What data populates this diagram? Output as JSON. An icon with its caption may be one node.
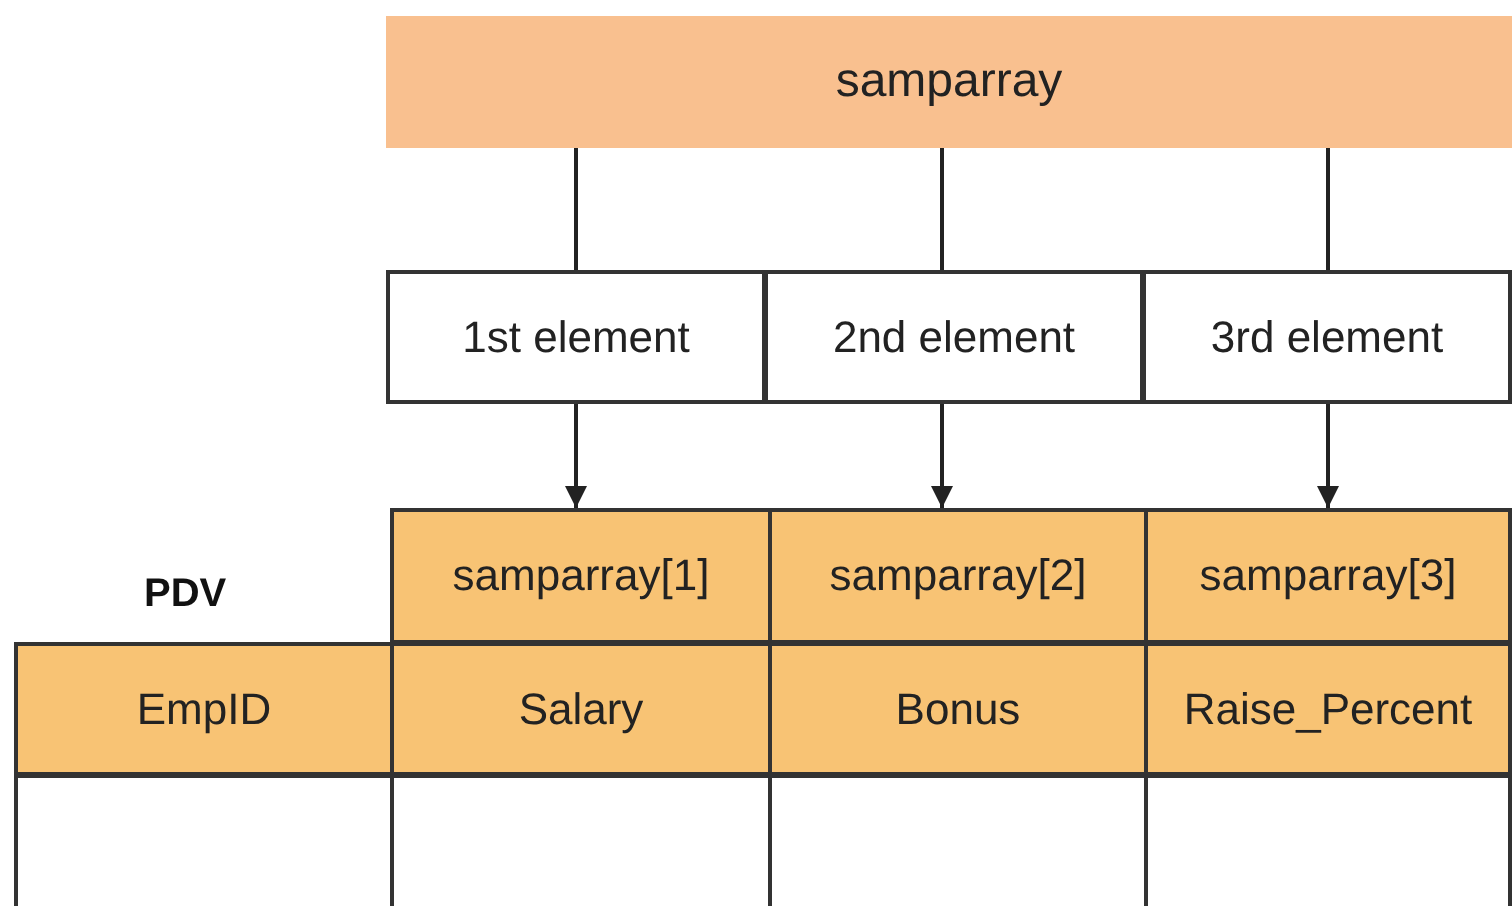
{
  "diagram": {
    "nodes": [
      {
        "text": [
          "samparray"
        ]
      },
      {
        "text": [
          "1st element"
        ]
      },
      {
        "text": [
          "2nd element"
        ]
      },
      {
        "text": [
          "3rd element"
        ]
      },
      {
        "text": [
          "samparray[1]"
        ]
      },
      {
        "text": [
          "samparray[2]"
        ]
      },
      {
        "text": [
          "samparray[3]"
        ]
      },
      {
        "text": [
          "EmpID"
        ]
      },
      {
        "text": [
          "Salary"
        ]
      },
      {
        "text": [
          "Bonus"
        ]
      },
      {
        "text": [
          "Raise_Percent"
        ]
      },
      {
        "text": [],
        "shape": "box"
      },
      {
        "text": [],
        "shape": "box"
      },
      {
        "text": [],
        "shape": "box"
      },
      {
        "text": [],
        "shape": "box"
      }
    ],
    "edges": [
      {
        "from": 0,
        "to": 1,
        "arrow": "none"
      },
      {
        "from": 0,
        "to": 2,
        "arrow": "none"
      },
      {
        "from": 0,
        "to": 3,
        "arrow": "none"
      },
      {
        "from": 1,
        "to": 4,
        "arrow": "to"
      },
      {
        "from": 2,
        "to": 5,
        "arrow": "to"
      },
      {
        "from": 3,
        "to": 6,
        "arrow": "to"
      }
    ],
    "labels": [
      "PDV"
    ]
  }
}
